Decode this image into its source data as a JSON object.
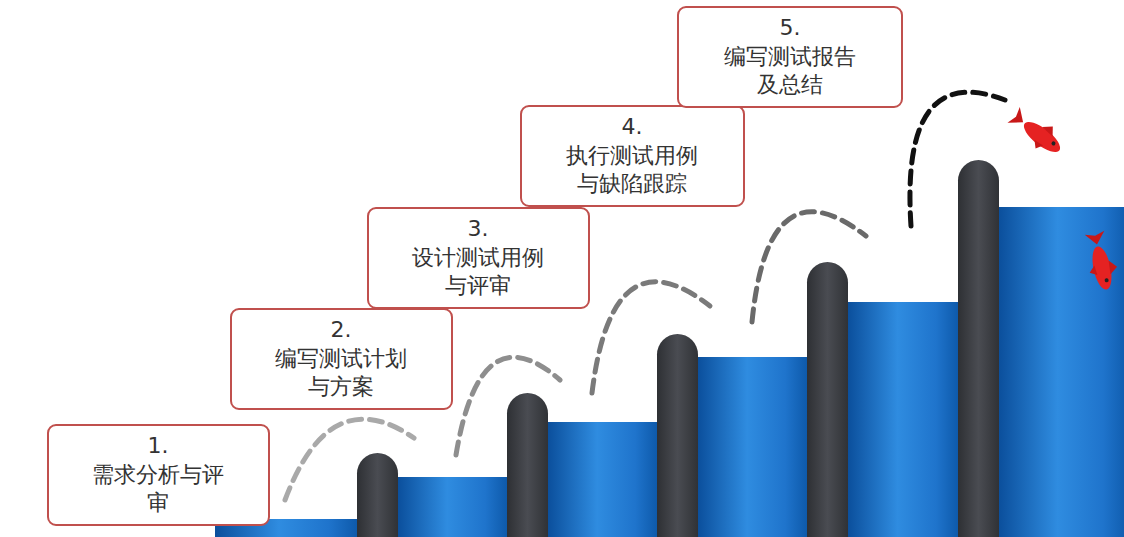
{
  "diagram": {
    "nodes": [
      {
        "text": [
          "1.需求分析与评 审"
        ]
      },
      {
        "text": [
          "2.编写测试计划 与方案"
        ]
      },
      {
        "text": [
          "3.设计测试用例 与评审"
        ]
      },
      {
        "text": [
          "4.执行测试用例 与缺陷跟踪"
        ]
      },
      {
        "text": [
          "5.编写测试报告 及总结"
        ]
      }
    ]
  }
}
